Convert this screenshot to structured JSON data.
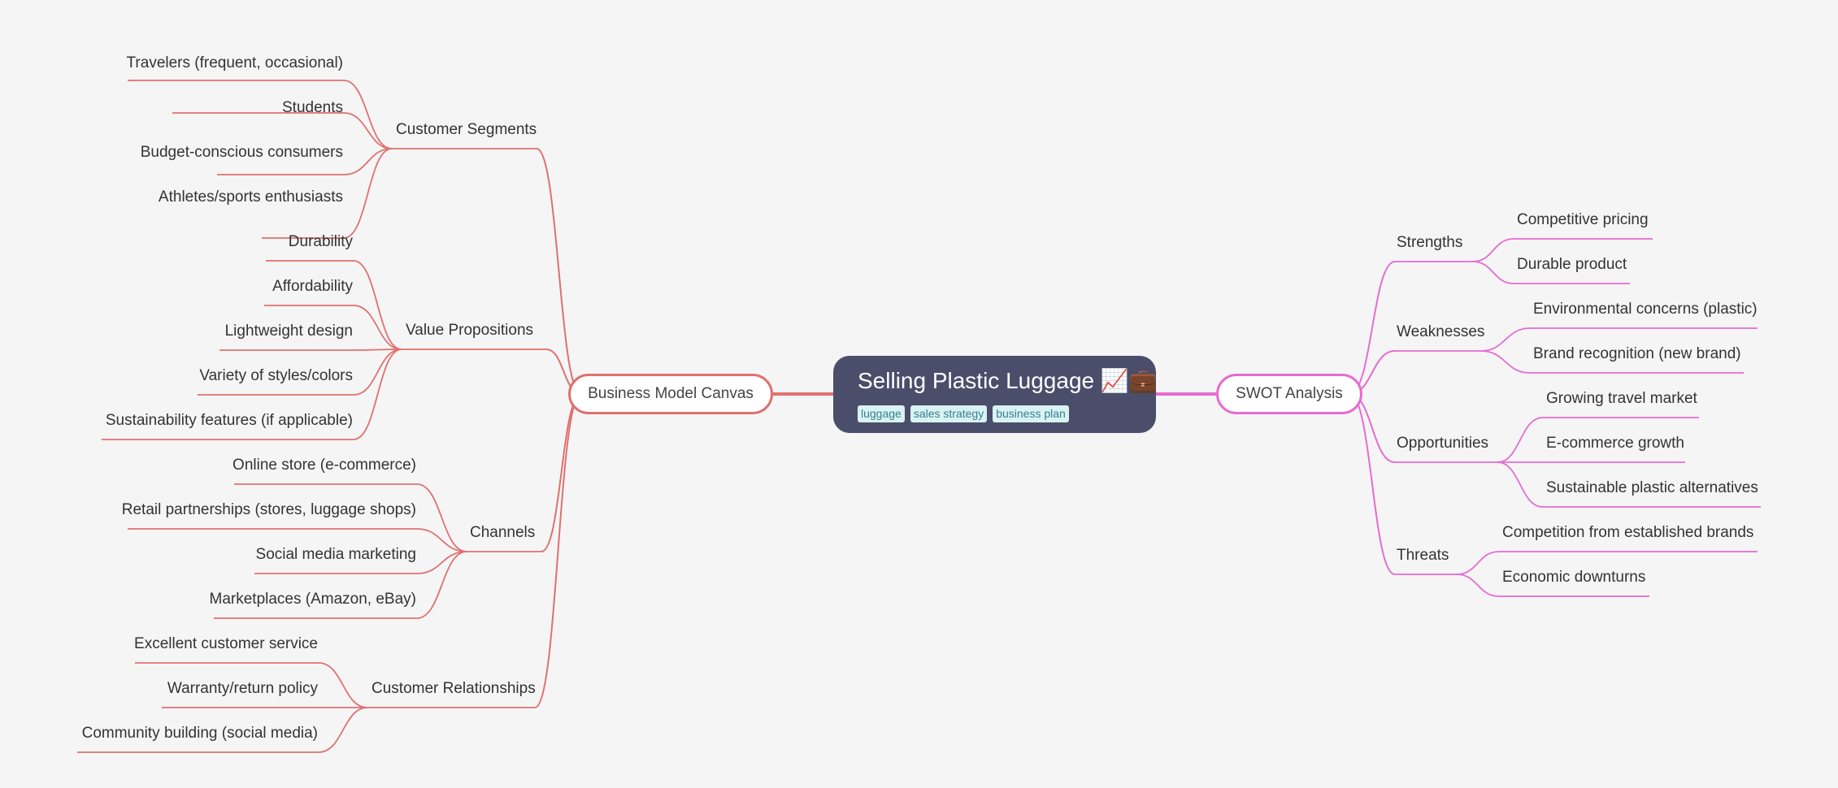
{
  "central": {
    "title": "Selling Plastic Luggage 📈💼",
    "tags": [
      "luggage",
      "sales strategy",
      "business plan"
    ]
  },
  "colors": {
    "left_branch": "#e07070",
    "right_branch": "#e66bd1",
    "central_bg": "#4b4e6b"
  },
  "left": {
    "title": "Business Model Canvas",
    "groups": [
      {
        "label": "Customer Segments",
        "items": [
          "Travelers (frequent, occasional)",
          "Students",
          "Budget-conscious consumers",
          "Athletes/sports enthusiasts"
        ]
      },
      {
        "label": "Value Propositions",
        "items": [
          "Durability",
          "Affordability",
          "Lightweight design",
          "Variety of styles/colors",
          "Sustainability features (if applicable)"
        ]
      },
      {
        "label": "Channels",
        "items": [
          "Online store (e-commerce)",
          "Retail partnerships (stores, luggage shops)",
          "Social media marketing",
          "Marketplaces (Amazon, eBay)"
        ]
      },
      {
        "label": "Customer Relationships",
        "items": [
          "Excellent customer service",
          "Warranty/return policy",
          "Community building (social media)"
        ]
      }
    ]
  },
  "right": {
    "title": "SWOT Analysis",
    "groups": [
      {
        "label": "Strengths",
        "items": [
          "Competitive pricing",
          "Durable product"
        ]
      },
      {
        "label": "Weaknesses",
        "items": [
          "Environmental concerns (plastic)",
          "Brand recognition (new brand)"
        ]
      },
      {
        "label": "Opportunities",
        "items": [
          "Growing travel market",
          "E-commerce growth",
          "Sustainable plastic alternatives"
        ]
      },
      {
        "label": "Threats",
        "items": [
          "Competition from established brands",
          "Economic downturns"
        ]
      }
    ]
  }
}
